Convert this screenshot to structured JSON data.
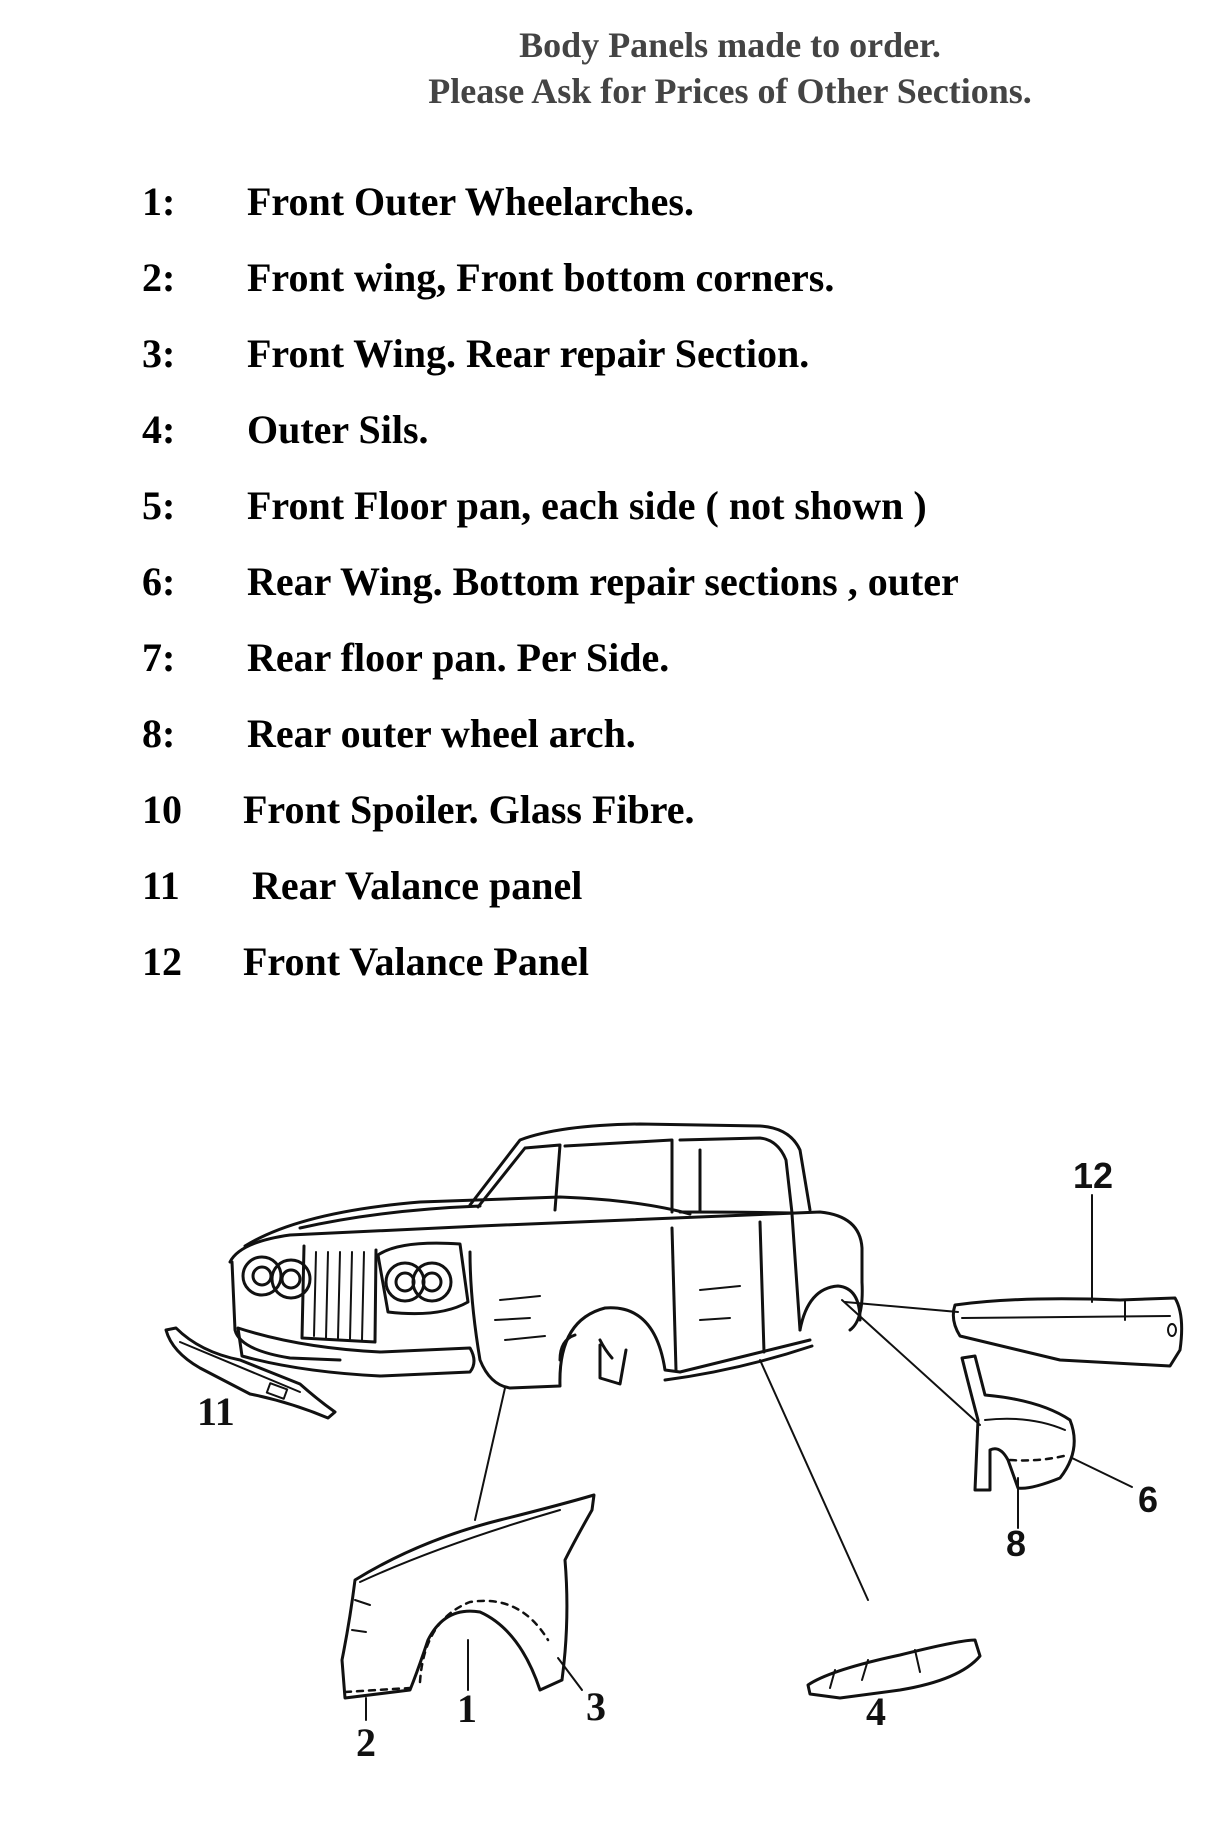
{
  "header": {
    "line1": "Body Panels made to order.",
    "line2": "Please Ask for Prices of Other Sections."
  },
  "parts": [
    {
      "num": "1:",
      "label": "Front Outer Wheelarches."
    },
    {
      "num": "2:",
      "label": "Front wing, Front bottom corners."
    },
    {
      "num": "3:",
      "label": "Front Wing. Rear repair Section."
    },
    {
      "num": "4:",
      "label": "Outer Sils."
    },
    {
      "num": "5:",
      "label": "Front Floor pan, each side ( not shown )"
    },
    {
      "num": "6:",
      "label": "Rear Wing. Bottom repair sections , outer"
    },
    {
      "num": "7:",
      "label": "Rear floor pan. Per Side."
    },
    {
      "num": "8:",
      "label": "Rear outer wheel arch."
    },
    {
      "num": "10",
      "label": "Front Spoiler. Glass Fibre."
    },
    {
      "num": "11",
      "label": "Rear Valance panel"
    },
    {
      "num": "12",
      "label": "Front Valance Panel"
    }
  ],
  "diagram": {
    "callouts": {
      "c1": "1",
      "c2": "2",
      "c3": "3",
      "c4": "4",
      "c6": "6",
      "c8": "8",
      "c11": "11",
      "c12": "12"
    }
  }
}
